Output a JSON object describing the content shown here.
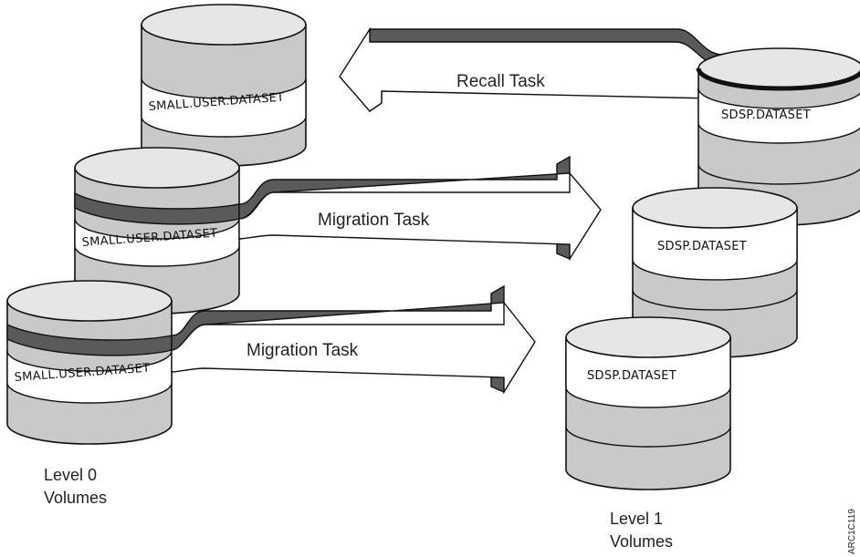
{
  "datasets": {
    "small": "SMALL.USER.DATASET",
    "sdsp": "SDSP.DATASET"
  },
  "tasks": {
    "recall": "Recall Task",
    "migration_upper": "Migration Task",
    "migration_lower": "Migration Task"
  },
  "volumes": {
    "level0_line1": "Level 0",
    "level0_line2": "Volumes",
    "level1_line1": "Level 1",
    "level1_line2": "Volumes"
  },
  "figure_id": "ARC1C119"
}
